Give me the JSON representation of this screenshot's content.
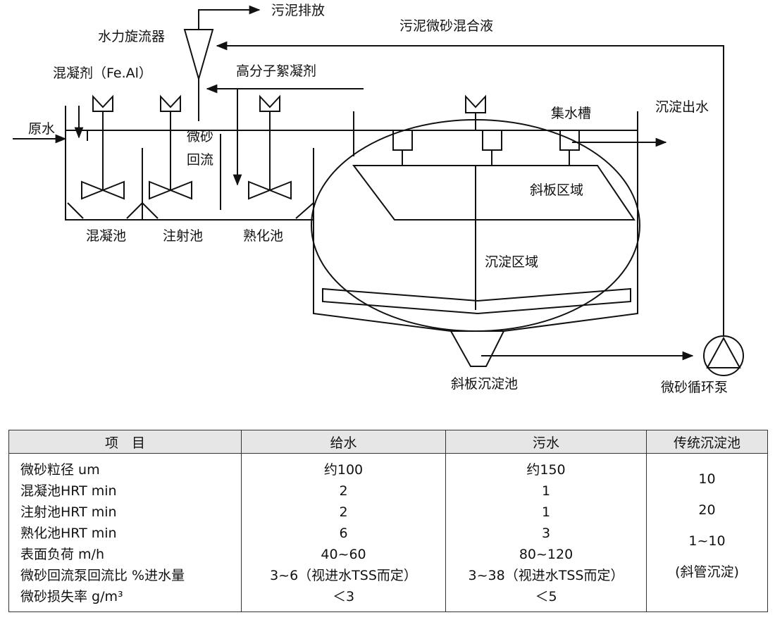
{
  "diagram": {
    "labels": {
      "sludge_discharge": "污泥排放",
      "hydrocyclone": "水力旋流器",
      "sludge_sand_mix": "污泥微砂混合液",
      "coagulant": "混凝剂（Fe.Al）",
      "flocculant": "高分子絮凝剂",
      "raw_water": "原水",
      "sand_return_1": "微砂",
      "sand_return_2": "回流",
      "collection_trough": "集水槽",
      "effluent": "沉淀出水",
      "plate_zone": "斜板区域",
      "coagulation_tank": "混凝池",
      "injection_tank": "注射池",
      "maturation_tank": "熟化池",
      "settling_zone": "沉淀区域",
      "plate_settler": "斜板沉淀池",
      "sand_pump": "微砂循环泵"
    }
  },
  "table": {
    "headers": [
      "项　目",
      "给水",
      "污水",
      "传统沉淀池"
    ],
    "items": [
      "微砂粒径 um",
      "混凝池HRT min",
      "注射池HRT min",
      "熟化池HRT min",
      "表面负荷 m/h",
      "微砂回流泵回流比 %进水量",
      "微砂损失率 g/m³"
    ],
    "water_supply": [
      "约100",
      "2",
      "2",
      "6",
      "40~60",
      "3~6（视进水TSS而定）",
      "＜3"
    ],
    "sewage": [
      "约150",
      "1",
      "1",
      "3",
      "80~120",
      "3~38（视进水TSS而定）",
      "＜5"
    ],
    "traditional": [
      "10",
      "20",
      "1~10",
      "(斜管沉淀)"
    ]
  }
}
